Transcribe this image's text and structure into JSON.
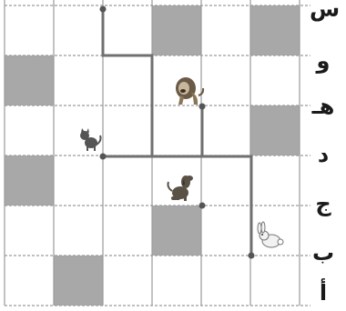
{
  "grid": {
    "row_labels_top_to_bottom": [
      "س",
      "و",
      "هـ",
      "د",
      "ج",
      "ب",
      "أ"
    ],
    "shaded_cells": [
      [
        0,
        3
      ],
      [
        0,
        5
      ],
      [
        1,
        0
      ],
      [
        2,
        5
      ],
      [
        3,
        0
      ],
      [
        4,
        3
      ],
      [
        5,
        1
      ]
    ],
    "colors": {
      "shade": "#a8a8a8",
      "grid_line": "#9a9a9a",
      "path": "#707070",
      "node": "#555555"
    }
  },
  "animals": [
    {
      "name": "lion",
      "icon": "lion-icon"
    },
    {
      "name": "cat",
      "icon": "cat-icon"
    },
    {
      "name": "dog",
      "icon": "dog-icon"
    },
    {
      "name": "rabbit",
      "icon": "rabbit-icon"
    }
  ]
}
